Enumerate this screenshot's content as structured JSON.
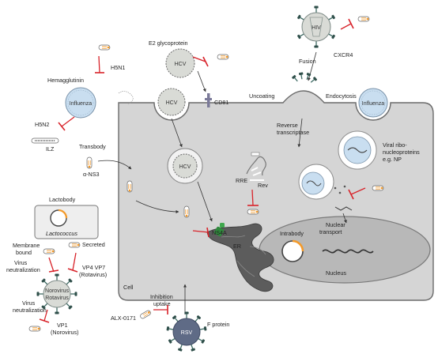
{
  "labels": {
    "hiv": "HIV",
    "cxcr4": "CXCR4",
    "fusion": "Fusion",
    "uncoating": "Uncoating",
    "endocytosis": "Endocytosis",
    "e2_glycoprotein": "E2 glycoprotein",
    "hcv_outside": "HCV",
    "hcv_entry": "HCV",
    "hcv_inside": "HCV",
    "cd81": "CD81",
    "h5n1": "H5N1",
    "hemagglutinin": "Hemagglutinin",
    "influenza_left": "Influenza",
    "influenza_right": "Influenza",
    "h5n2": "H5N2",
    "ilz": "ILZ",
    "transbody": "Transbody",
    "alpha_ns3": "α-NS3",
    "reverse_line1": "Reverse",
    "reverse_line2": "transcriptase",
    "rre": "RRE",
    "rev": "Rev",
    "viral_rnp_line1": "Viral ribo-",
    "viral_rnp_line2": "nucleoproteins",
    "viral_rnp_line3": "e.g. NP",
    "nuclear_line1": "Nuclear",
    "nuclear_line2": "transport",
    "intrabody": "Intrabody",
    "nucleus": "Nucleus",
    "ns4a": "NS4A",
    "er": "ER",
    "cell": "Cell",
    "lactobody": "Lactobody",
    "lactococcus": "Lactococcus",
    "secreted": "Secreted",
    "membrane_line1": "Membrane",
    "membrane_line2": "bound",
    "virus_neut_a1": "Virus",
    "virus_neut_a2": "neutralization",
    "vp4vp7_line1": "VP4 VP7",
    "vp4vp7_line2": "(Rotavirus)",
    "norovirus": "Norovirus",
    "rotavirus": "Rotavirus",
    "virus_neut_b1": "Virus",
    "virus_neut_b2": "neutralization",
    "vp1_line1": "VP1",
    "vp1_line2": "(Norovirus)",
    "inhibition_line1": "Inhibition",
    "inhibition_line2": "uptake",
    "alx": "ALX-0171",
    "rsv": "RSV",
    "f_protein": "F protein"
  },
  "colors": {
    "cell_fill": "#d5d5d5",
    "cell_stroke": "#6b6b6b",
    "nucleus_fill": "#b8b8b8",
    "virus_gray": "#d9dbd6",
    "virus_blue": "#c9def0",
    "rsv_fill": "#5f6b86",
    "inhibition_red": "#d8232a",
    "antibody_orange": "#f39a2b",
    "ns4a_green": "#2f8a3c",
    "spike_teal": "#3e6b64"
  },
  "icons": [
    "antibody-icon",
    "inhibition-bar-icon",
    "spike-icon",
    "rna-strand-icon"
  ]
}
